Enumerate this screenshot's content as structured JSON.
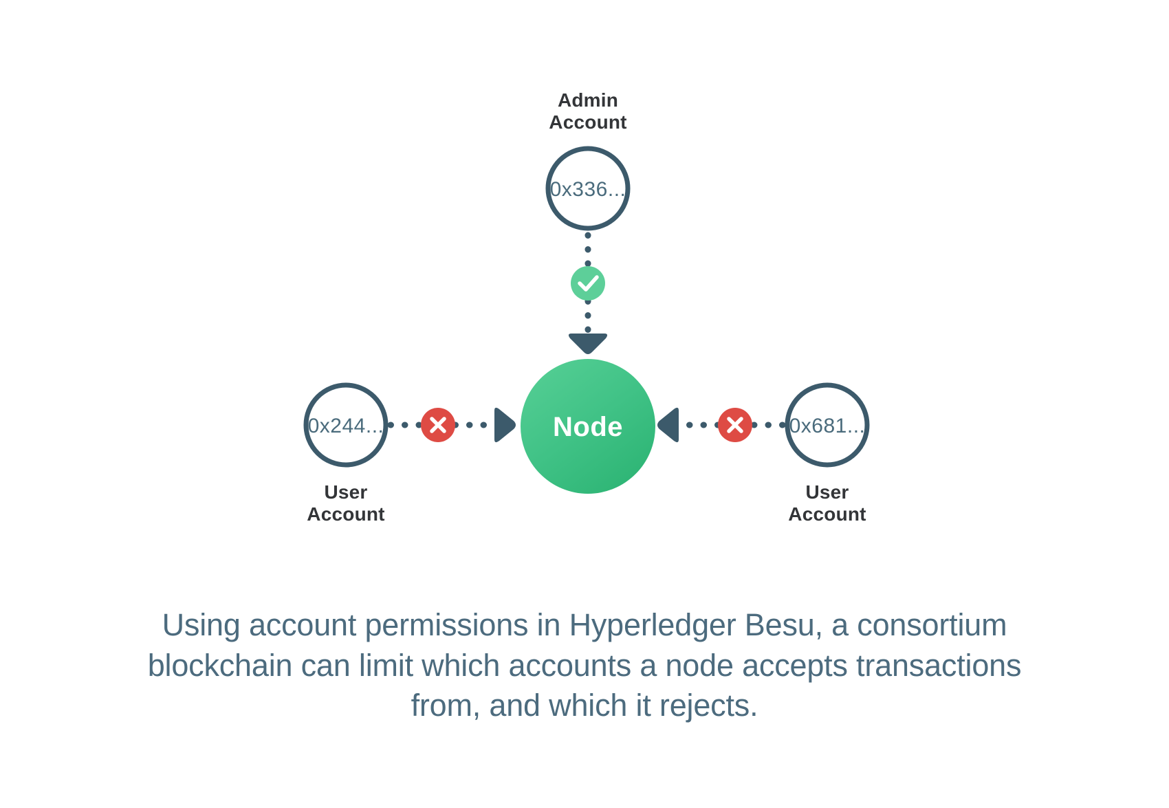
{
  "diagram": {
    "title": "Hyperledger Besu account permissions",
    "background_color": "#ffffff",
    "colors": {
      "node_green_light": "#52CC91",
      "node_green_dark": "#2FB677",
      "allow_green": "#5DCF99",
      "deny_red": "#DE4B44",
      "stroke_slate": "#3C5A6B",
      "address_text": "#4A6B7C",
      "label_text": "#333538",
      "caption_text": "#4C6B7E",
      "white": "#ffffff"
    },
    "node": {
      "label": "Node",
      "shape": "circle",
      "fill": "gradient-green"
    },
    "accounts": [
      {
        "id": "admin",
        "label_line1": "Admin",
        "label_line2": "Account",
        "address": "0x336...",
        "position": "top",
        "permission": "allowed",
        "badge_icon": "check-icon",
        "badge_color": "#5DCF99",
        "connector": "dotted-arrow-down"
      },
      {
        "id": "user-left",
        "label_line1": "User",
        "label_line2": "Account",
        "address": "0x244...",
        "position": "left",
        "permission": "rejected",
        "badge_icon": "x-icon",
        "badge_color": "#DE4B44",
        "connector": "dotted-arrow-right"
      },
      {
        "id": "user-right",
        "label_line1": "User",
        "label_line2": "Account",
        "address": "0x681...",
        "position": "right",
        "permission": "rejected",
        "badge_icon": "x-icon",
        "badge_color": "#DE4B44",
        "connector": "dotted-arrow-left"
      }
    ],
    "caption": "Using account permissions in Hyperledger Besu, a consortium blockchain can limit which accounts a node accepts transactions from, and which it rejects."
  }
}
